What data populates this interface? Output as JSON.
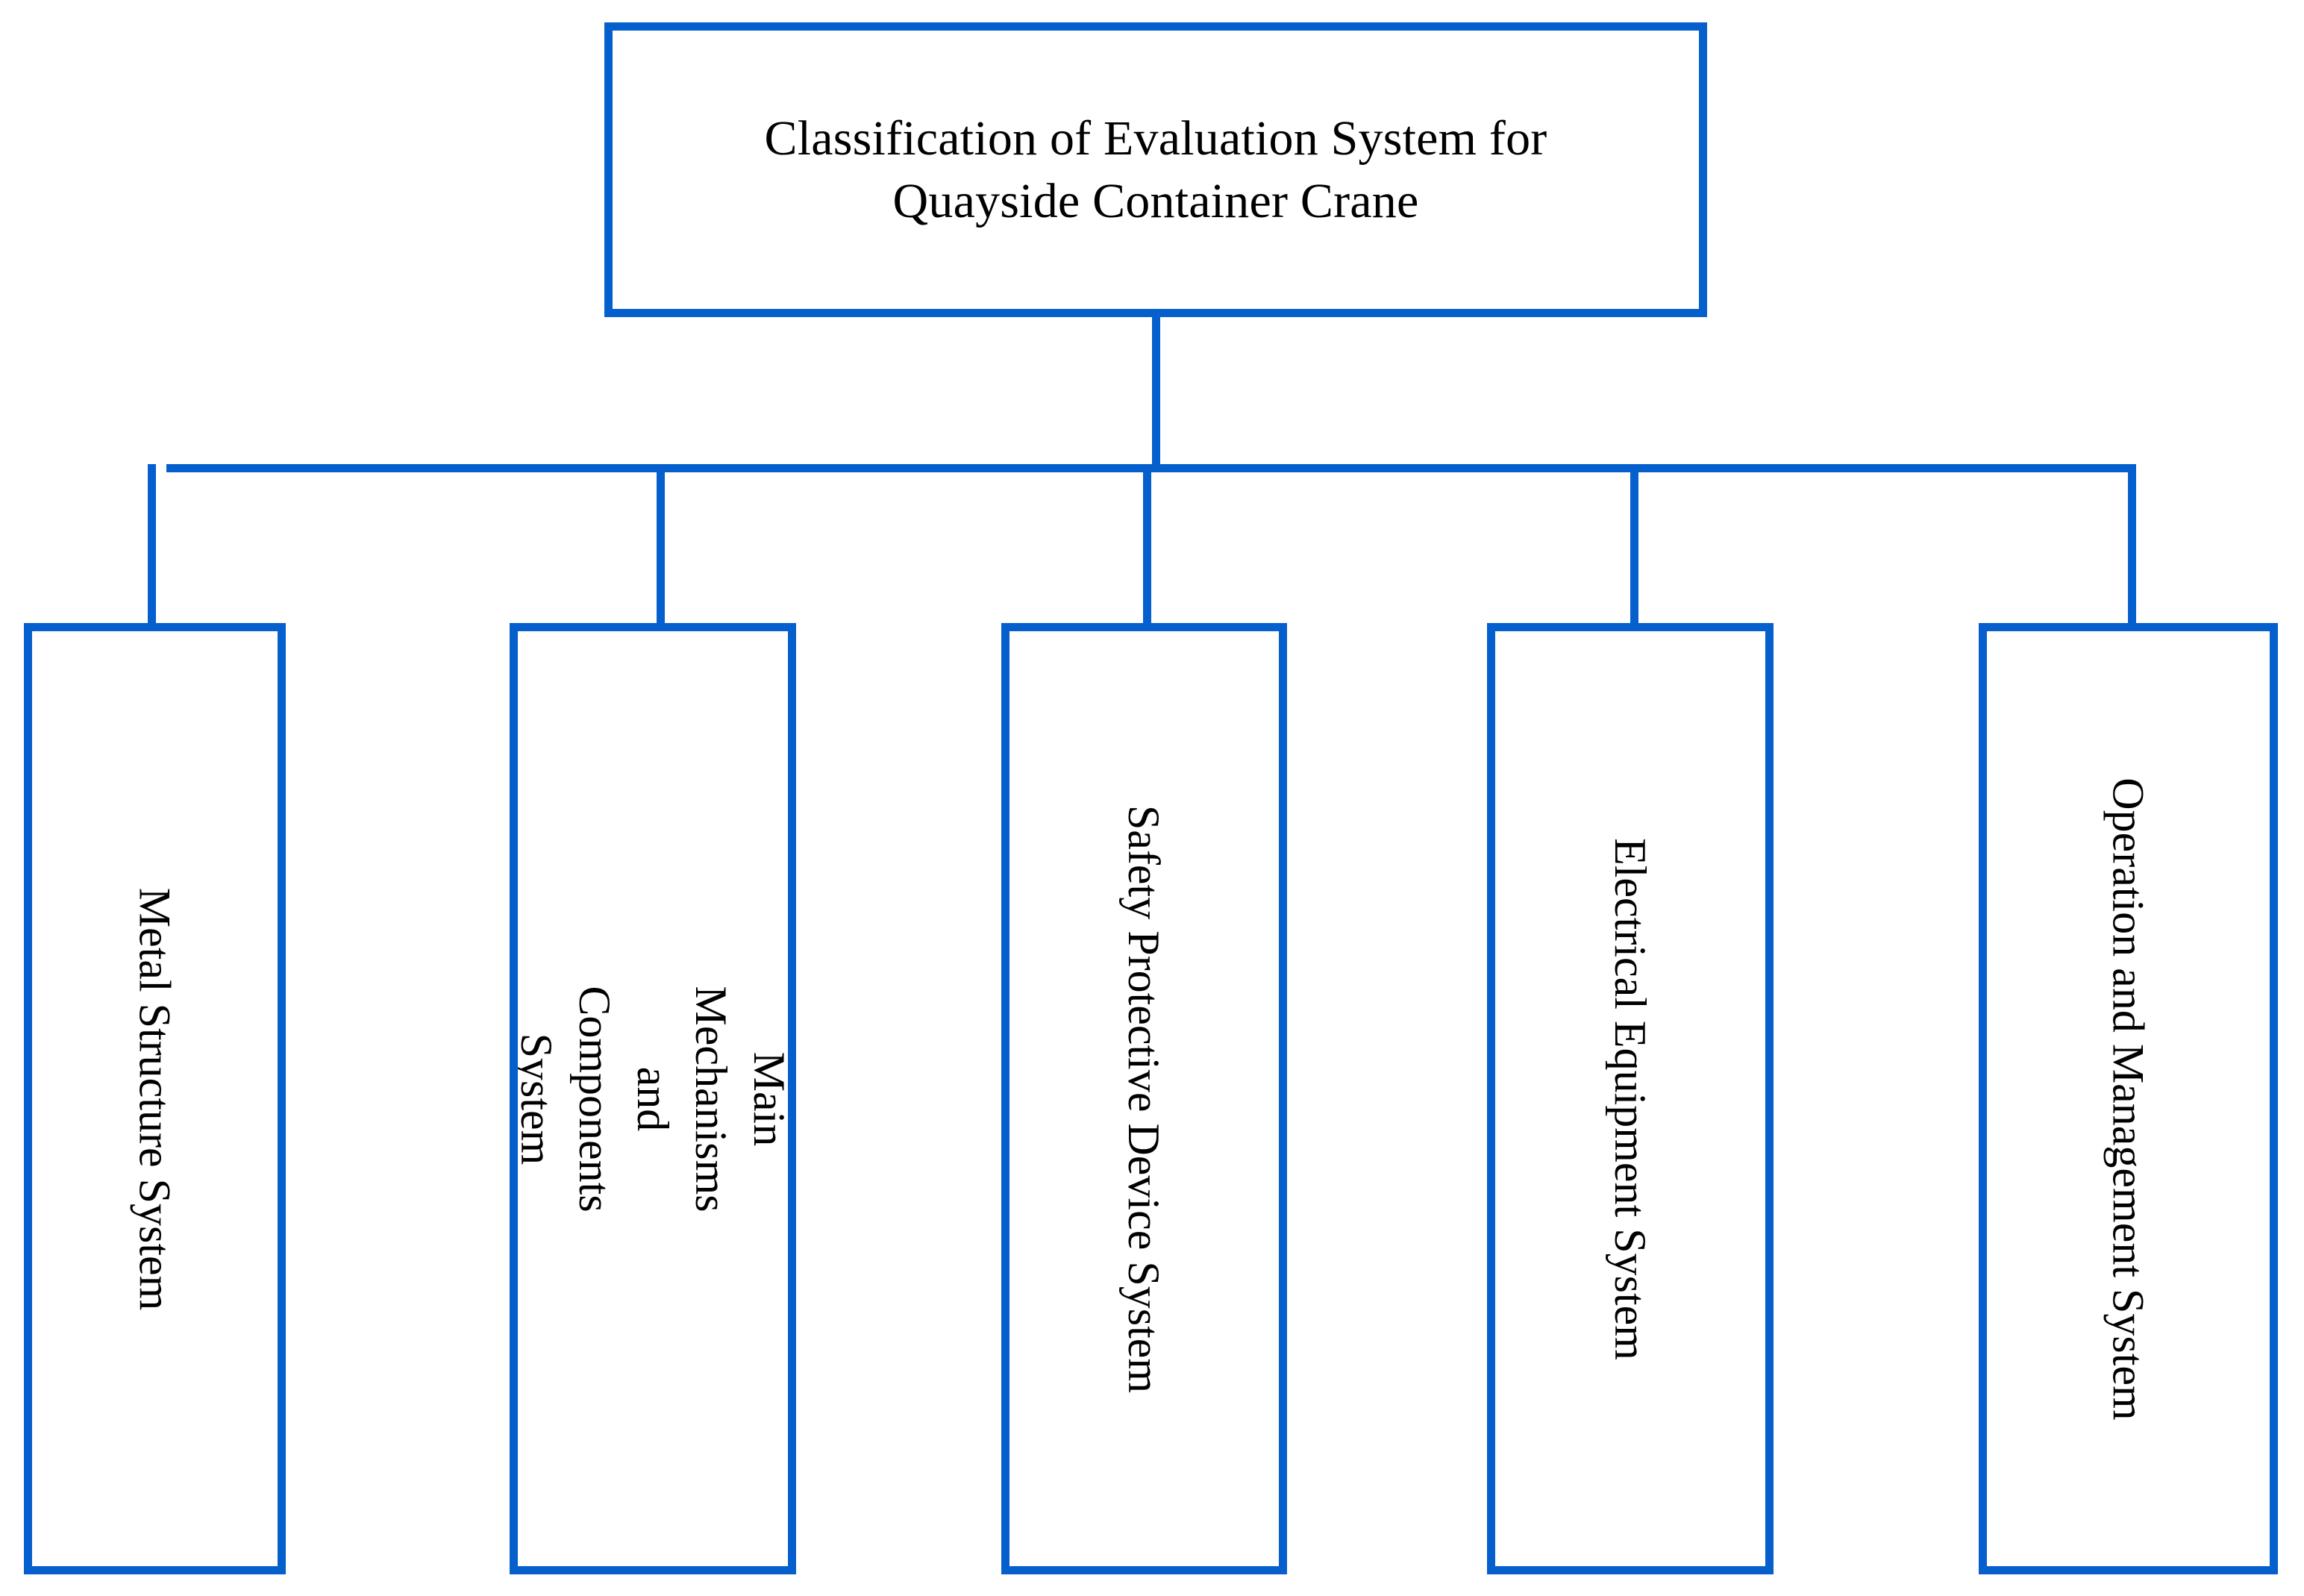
{
  "diagram": {
    "type": "tree",
    "orientation": "top-down",
    "accent_color": "#0560ce",
    "background_color": "#ffffff",
    "text_color": "#000000",
    "root": {
      "label": "Classification of Evaluation System for Quayside Container Crane",
      "line1": "Classification of Evaluation System for",
      "line2": "Quayside Container Crane"
    },
    "children": [
      {
        "label": "Metal Structure System"
      },
      {
        "label": "Main Mechanisms and Components System"
      },
      {
        "label": "Safety Protective Device System"
      },
      {
        "label": "Electrical Equipment System"
      },
      {
        "label": "Operation and Management System"
      }
    ]
  }
}
